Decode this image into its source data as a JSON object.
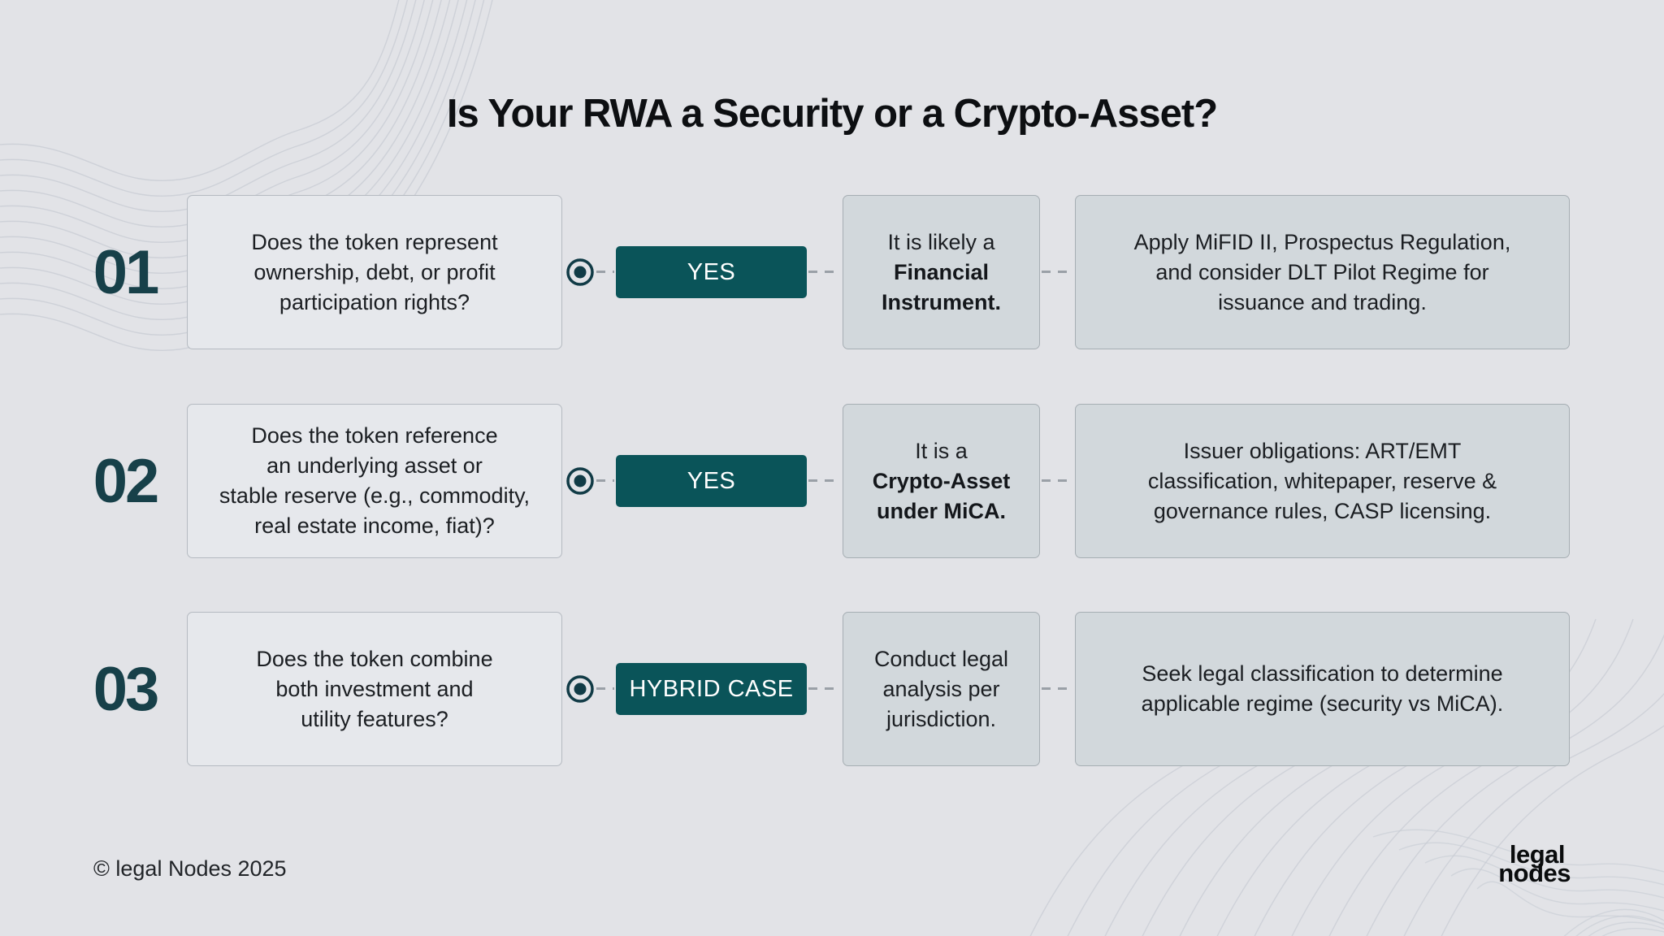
{
  "title": "Is Your RWA a Security or a Crypto-Asset?",
  "icons": {
    "connector": "radio-target-icon"
  },
  "colors": {
    "background": "#e2e3e7",
    "question_panel": "#e6e8ec",
    "panel_gray": "#d2d8dc",
    "accent_teal": "#0a5459",
    "icon_teal": "#113b46",
    "number_teal": "#174049",
    "dash_gray": "#9aa0a7",
    "contour_gray": "#c7cbd3",
    "title_color": "#0d0f12",
    "text_color": "#1b1e22"
  },
  "rows": [
    {
      "number": "01",
      "question_lines": [
        "Does the token represent",
        "ownership, debt, or profit",
        "participation rights?"
      ],
      "button_label": "YES",
      "outcome": {
        "regular_lines": [
          "It is likely a"
        ],
        "bold_lines": [
          "Financial",
          "Instrument."
        ]
      },
      "action_lines": [
        "Apply MiFID II, Prospectus Regulation,",
        "and consider DLT Pilot Regime for",
        "issuance and trading."
      ]
    },
    {
      "number": "02",
      "question_lines": [
        "Does the token reference",
        "an underlying asset or",
        "stable reserve (e.g., commodity,",
        "real estate income, fiat)?"
      ],
      "button_label": "YES",
      "outcome": {
        "regular_lines": [
          "It is a"
        ],
        "bold_lines": [
          "Crypto-Asset",
          "under MiCA."
        ]
      },
      "action_lines": [
        "Issuer obligations: ART/EMT",
        "classification, whitepaper, reserve &",
        "governance rules, CASP licensing."
      ]
    },
    {
      "number": "03",
      "question_lines": [
        "Does the token combine",
        "both investment and",
        "utility features?"
      ],
      "button_label": "HYBRID CASE",
      "outcome": {
        "regular_lines": [
          "Conduct legal",
          "analysis per",
          "jurisdiction."
        ],
        "bold_lines": []
      },
      "action_lines": [
        "Seek legal classification to determine",
        "applicable regime (security vs MiCA)."
      ]
    }
  ],
  "footer": {
    "copyright": "© legal Nodes 2025",
    "logo_line1": "legal",
    "logo_line2": "nodes"
  }
}
